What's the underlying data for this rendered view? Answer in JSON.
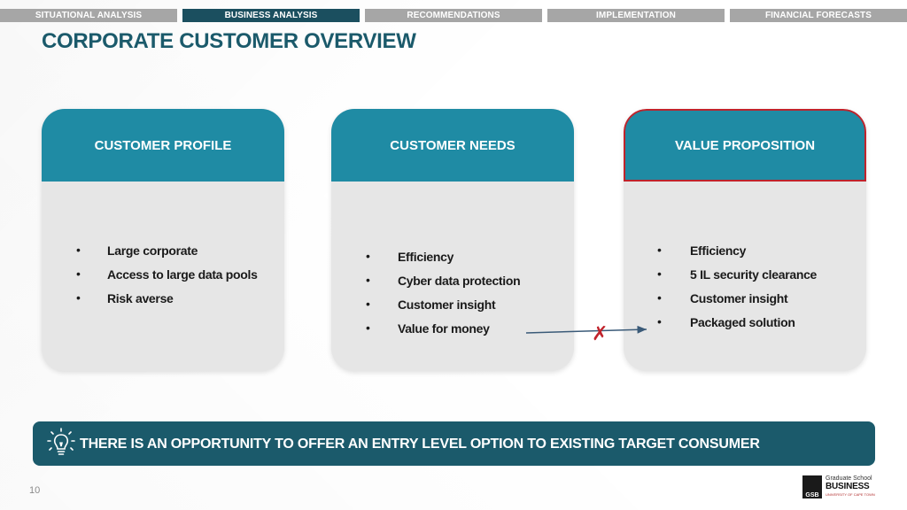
{
  "nav": {
    "tabs": [
      {
        "label": "SITUATIONAL ANALYSIS",
        "active": false
      },
      {
        "label": "BUSINESS ANALYSIS",
        "active": true
      },
      {
        "label": "RECOMMENDATIONS",
        "active": false
      },
      {
        "label": "IMPLEMENTATION",
        "active": false
      },
      {
        "label": "FINANCIAL FORECASTS",
        "active": false
      }
    ]
  },
  "page": {
    "title": "CORPORATE CUSTOMER OVERVIEW",
    "number": "10"
  },
  "cards": [
    {
      "title": "CUSTOMER PROFILE",
      "highlighted": false,
      "items": [
        "Large corporate",
        "Access to large data pools",
        "Risk averse"
      ]
    },
    {
      "title": "CUSTOMER NEEDS",
      "highlighted": false,
      "items": [
        "Efficiency",
        "Cyber data protection",
        "Customer insight",
        "Value for money"
      ]
    },
    {
      "title": "VALUE PROPOSITION",
      "highlighted": true,
      "items": [
        "Efficiency",
        "5 IL security clearance",
        "Customer insight",
        "Packaged solution"
      ]
    }
  ],
  "connector": {
    "mark": "✗",
    "mark_color": "#c0232b",
    "line_color": "#3a5a78"
  },
  "banner": {
    "icon": "lightbulb-icon",
    "text": "THERE IS AN OPPORTUNITY TO OFFER AN ENTRY LEVEL OPTION TO EXISTING TARGET CONSUMER"
  },
  "logo": {
    "box_text": "GSB",
    "line1": "Graduate School",
    "line2": "BUSINESS",
    "line3": "UNIVERSITY OF CAPE TOWN"
  },
  "colors": {
    "accent": "#1f8ba4",
    "dark": "#1b5a6b",
    "tab_inactive": "#a6a6a6",
    "tab_active": "#1b4f5f",
    "highlight_border": "#c0232b"
  }
}
